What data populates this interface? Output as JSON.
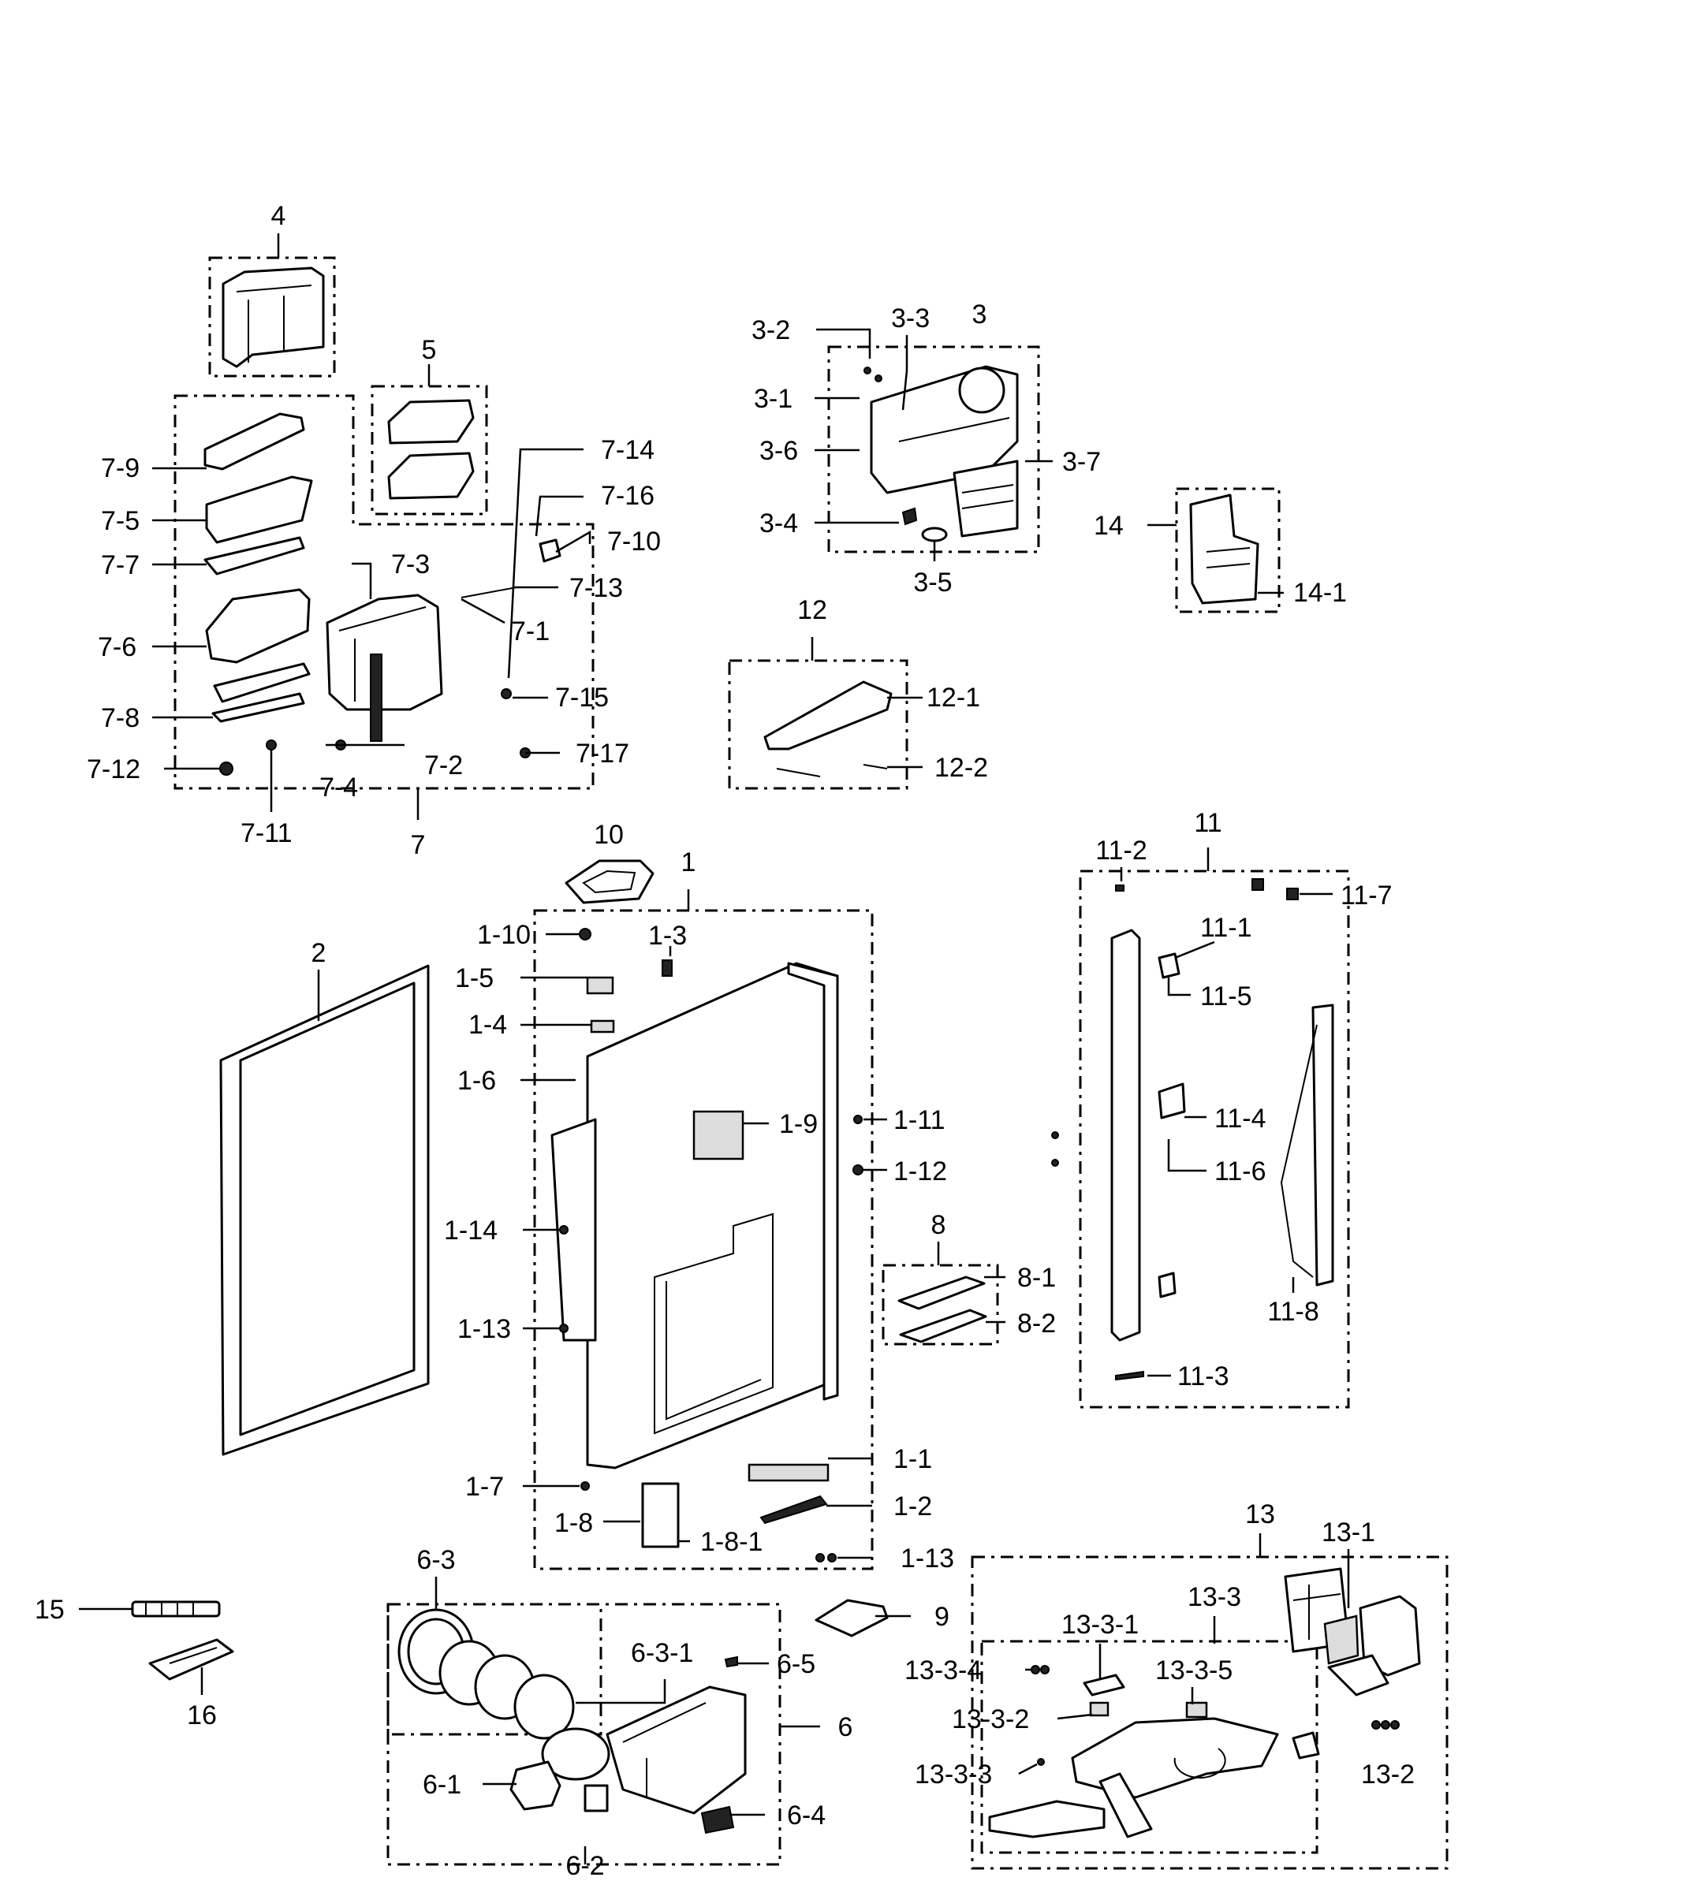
{
  "labels": {
    "l4": "4",
    "l5": "5",
    "l7": "7",
    "l7_1": "7-1",
    "l7_2": "7-2",
    "l7_3": "7-3",
    "l7_4": "7-4",
    "l7_5": "7-5",
    "l7_6": "7-6",
    "l7_7": "7-7",
    "l7_8": "7-8",
    "l7_9": "7-9",
    "l7_10": "7-10",
    "l7_11": "7-11",
    "l7_12": "7-12",
    "l7_13": "7-13",
    "l7_14": "7-14",
    "l7_15": "7-15",
    "l7_16": "7-16",
    "l7_17": "7-17",
    "l3": "3",
    "l3_1": "3-1",
    "l3_2": "3-2",
    "l3_3": "3-3",
    "l3_4": "3-4",
    "l3_5": "3-5",
    "l3_6": "3-6",
    "l3_7": "3-7",
    "l14": "14",
    "l14_1": "14-1",
    "l12": "12",
    "l12_1": "12-1",
    "l12_2": "12-2",
    "l10": "10",
    "l1": "1",
    "l1_1": "1-1",
    "l1_2": "1-2",
    "l1_3": "1-3",
    "l1_4": "1-4",
    "l1_5": "1-5",
    "l1_6": "1-6",
    "l1_7": "1-7",
    "l1_8": "1-8",
    "l1_8_1": "1-8-1",
    "l1_9": "1-9",
    "l1_10": "1-10",
    "l1_11": "1-11",
    "l1_12": "1-12",
    "l1_13a": "1-13",
    "l1_13b": "1-13",
    "l1_14": "1-14",
    "l2": "2",
    "l8": "8",
    "l8_1": "8-1",
    "l8_2": "8-2",
    "l11": "11",
    "l11_1": "11-1",
    "l11_2": "11-2",
    "l11_3": "11-3",
    "l11_4": "11-4",
    "l11_5": "11-5",
    "l11_6": "11-6",
    "l11_7": "11-7",
    "l11_8": "11-8",
    "l15": "15",
    "l16": "16",
    "l6": "6",
    "l6_1": "6-1",
    "l6_2": "6-2",
    "l6_3": "6-3",
    "l6_3_1": "6-3-1",
    "l6_4": "6-4",
    "l6_5": "6-5",
    "l9": "9",
    "l13": "13",
    "l13_1": "13-1",
    "l13_2": "13-2",
    "l13_3": "13-3",
    "l13_3_1": "13-3-1",
    "l13_3_2": "13-3-2",
    "l13_3_3": "13-3-3",
    "l13_3_4": "13-3-4",
    "l13_3_5": "13-3-5"
  }
}
